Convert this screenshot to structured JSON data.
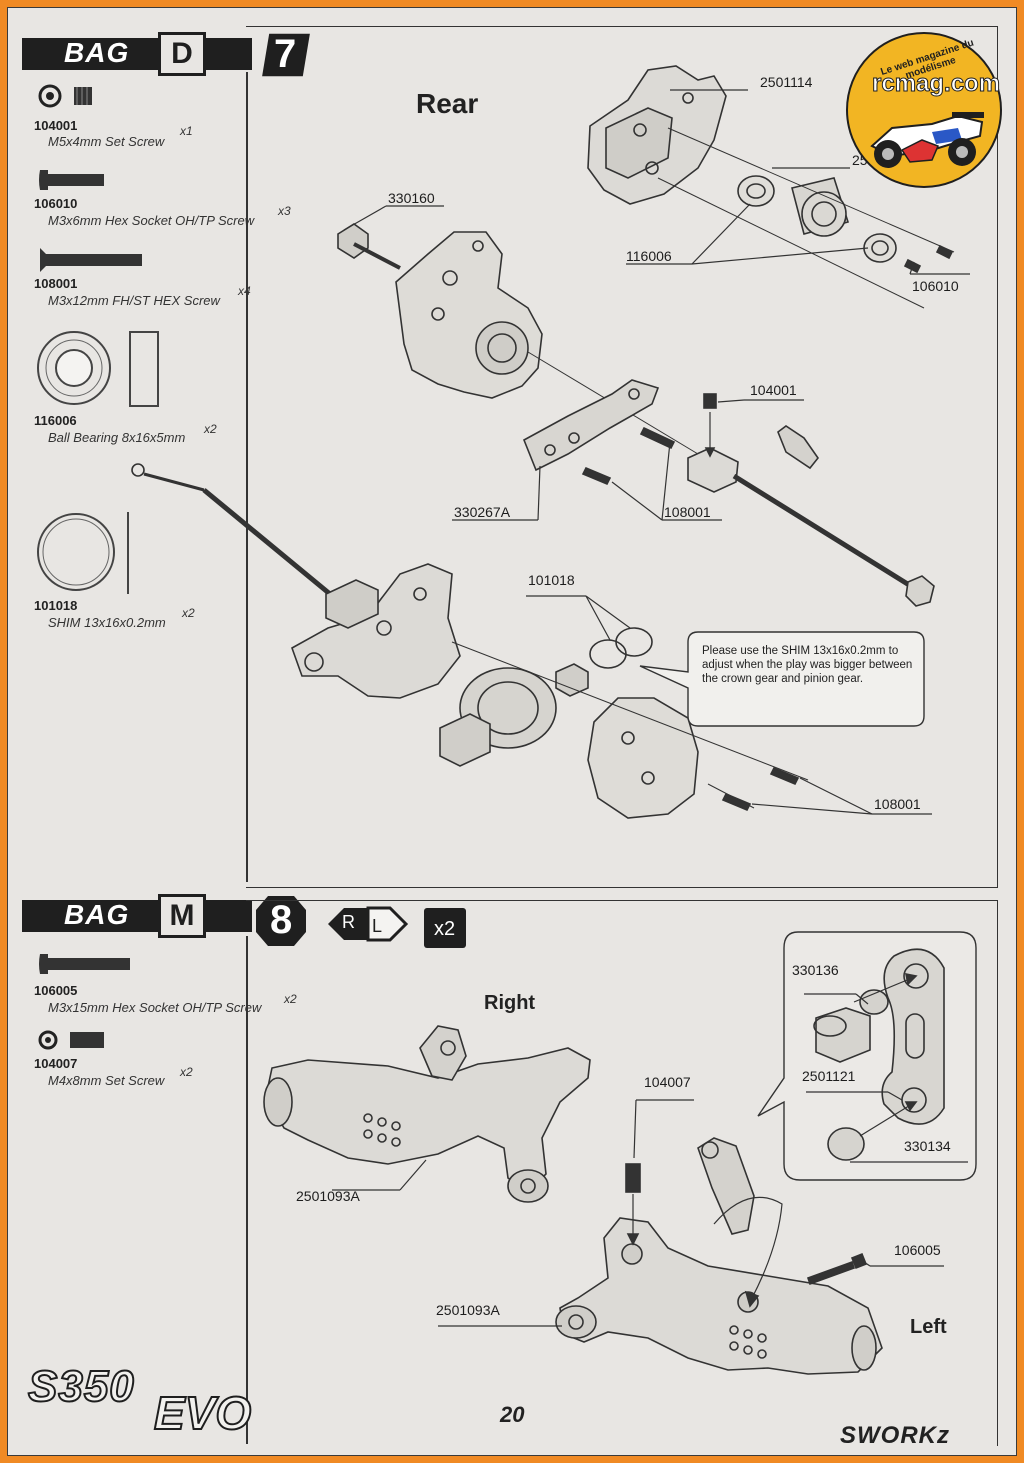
{
  "step7": {
    "bag_label": "BAG",
    "bag_letter": "D",
    "step_number": "7",
    "heading": "Rear",
    "parts": [
      {
        "code": "104001",
        "name": "M5x4mm Set Screw",
        "qty": "x1"
      },
      {
        "code": "106010",
        "name": "M3x6mm Hex Socket OH/TP Screw",
        "qty": "x3"
      },
      {
        "code": "108001",
        "name": "M3x12mm FH/ST HEX Screw",
        "qty": "x4"
      },
      {
        "code": "116006",
        "name": "Ball Bearing 8x16x5mm",
        "qty": "x2"
      },
      {
        "code": "101018",
        "name": "SHIM 13x16x0.2mm",
        "qty": "x2"
      }
    ],
    "callouts": {
      "c2501114": "2501114",
      "c2501326": "2501326",
      "c330160": "330160",
      "c116006": "116006",
      "c106010": "106010",
      "c104001": "104001",
      "c330267A": "330267A",
      "c108001a": "108001",
      "c101018": "101018",
      "c108001b": "108001"
    },
    "note": "Please use the SHIM 13x16x0.2mm to adjust when the play was bigger between the crown gear and pinion gear."
  },
  "step8": {
    "bag_label": "BAG",
    "bag_letter": "M",
    "step_number": "8",
    "side_left_letter": "R",
    "side_right_letter": "L",
    "multiplier": "x2",
    "heading_right": "Right",
    "heading_left": "Left",
    "parts": [
      {
        "code": "106005",
        "name": "M3x15mm Hex Socket OH/TP Screw",
        "qty": "x2"
      },
      {
        "code": "104007",
        "name": "M4x8mm Set Screw",
        "qty": "x2"
      }
    ],
    "callouts": {
      "c330136": "330136",
      "c2501121": "2501121",
      "c330134": "330134",
      "c104007": "104007",
      "c2501093A_right": "2501093A",
      "c2501093A_left": "2501093A",
      "c106005": "106005"
    }
  },
  "footer": {
    "page_number": "20",
    "model_logo_a": "S350",
    "model_logo_b": "EVO",
    "brand_logo": "SWORKz"
  },
  "watermark": {
    "tagline": "Le web magazine du modélisme",
    "site": "rcmag.com"
  }
}
